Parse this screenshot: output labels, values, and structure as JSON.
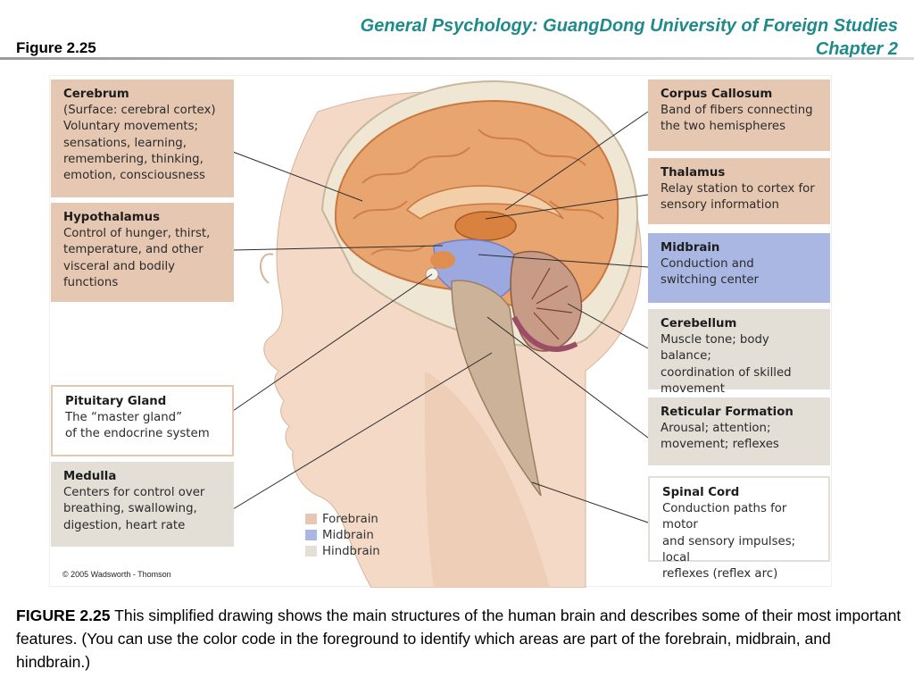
{
  "header": {
    "figure_label": "Figure 2.25",
    "course_line1": "General Psychology: GuangDong University of Foreign Studies",
    "course_line2": "Chapter 2"
  },
  "colors": {
    "forebrain": "#e6c7b2",
    "midbrain": "#aab7e3",
    "hindbrain": "#e3ded6",
    "title": "#1f8a8c"
  },
  "labels_left": [
    {
      "title": "Cerebrum",
      "lines": [
        "(Surface: cerebral cortex)",
        "Voluntary movements;",
        "sensations, learning,",
        "remembering, thinking,",
        "emotion, consciousness"
      ]
    },
    {
      "title": "Hypothalamus",
      "lines": [
        "Control of hunger, thirst,",
        "temperature, and other",
        "visceral and bodily",
        "functions"
      ]
    },
    {
      "title": "Pituitary Gland",
      "lines": [
        "The “master gland”",
        "of the endocrine system"
      ]
    },
    {
      "title": "Medulla",
      "lines": [
        "Centers for control over",
        "breathing, swallowing,",
        "digestion, heart rate"
      ]
    }
  ],
  "labels_right": [
    {
      "title": "Corpus Callosum",
      "lines": [
        "Band of fibers connecting",
        "the two hemispheres"
      ]
    },
    {
      "title": "Thalamus",
      "lines": [
        "Relay station to cortex for",
        "sensory information"
      ]
    },
    {
      "title": "Midbrain",
      "lines": [
        "Conduction and",
        "switching center"
      ]
    },
    {
      "title": "Cerebellum",
      "lines": [
        "Muscle tone; body balance;",
        "coordination of skilled",
        "movement"
      ]
    },
    {
      "title": "Reticular Formation",
      "lines": [
        "Arousal; attention;",
        "movement; reflexes"
      ]
    },
    {
      "title": "Spinal Cord",
      "lines": [
        "Conduction paths for motor",
        "and sensory impulses; local",
        "reflexes (reflex arc)"
      ]
    }
  ],
  "legend": [
    "Forebrain",
    "Midbrain",
    "Hindbrain"
  ],
  "copyright": "© 2005 Wadsworth - Thomson",
  "caption": {
    "lead": "FIGURE 2.25",
    "text": " This simplified drawing shows the main structures of the human brain and describes some of their most important features. (You can use the color code in the foreground to identify which areas are part of the forebrain, midbrain, and hindbrain.)"
  }
}
